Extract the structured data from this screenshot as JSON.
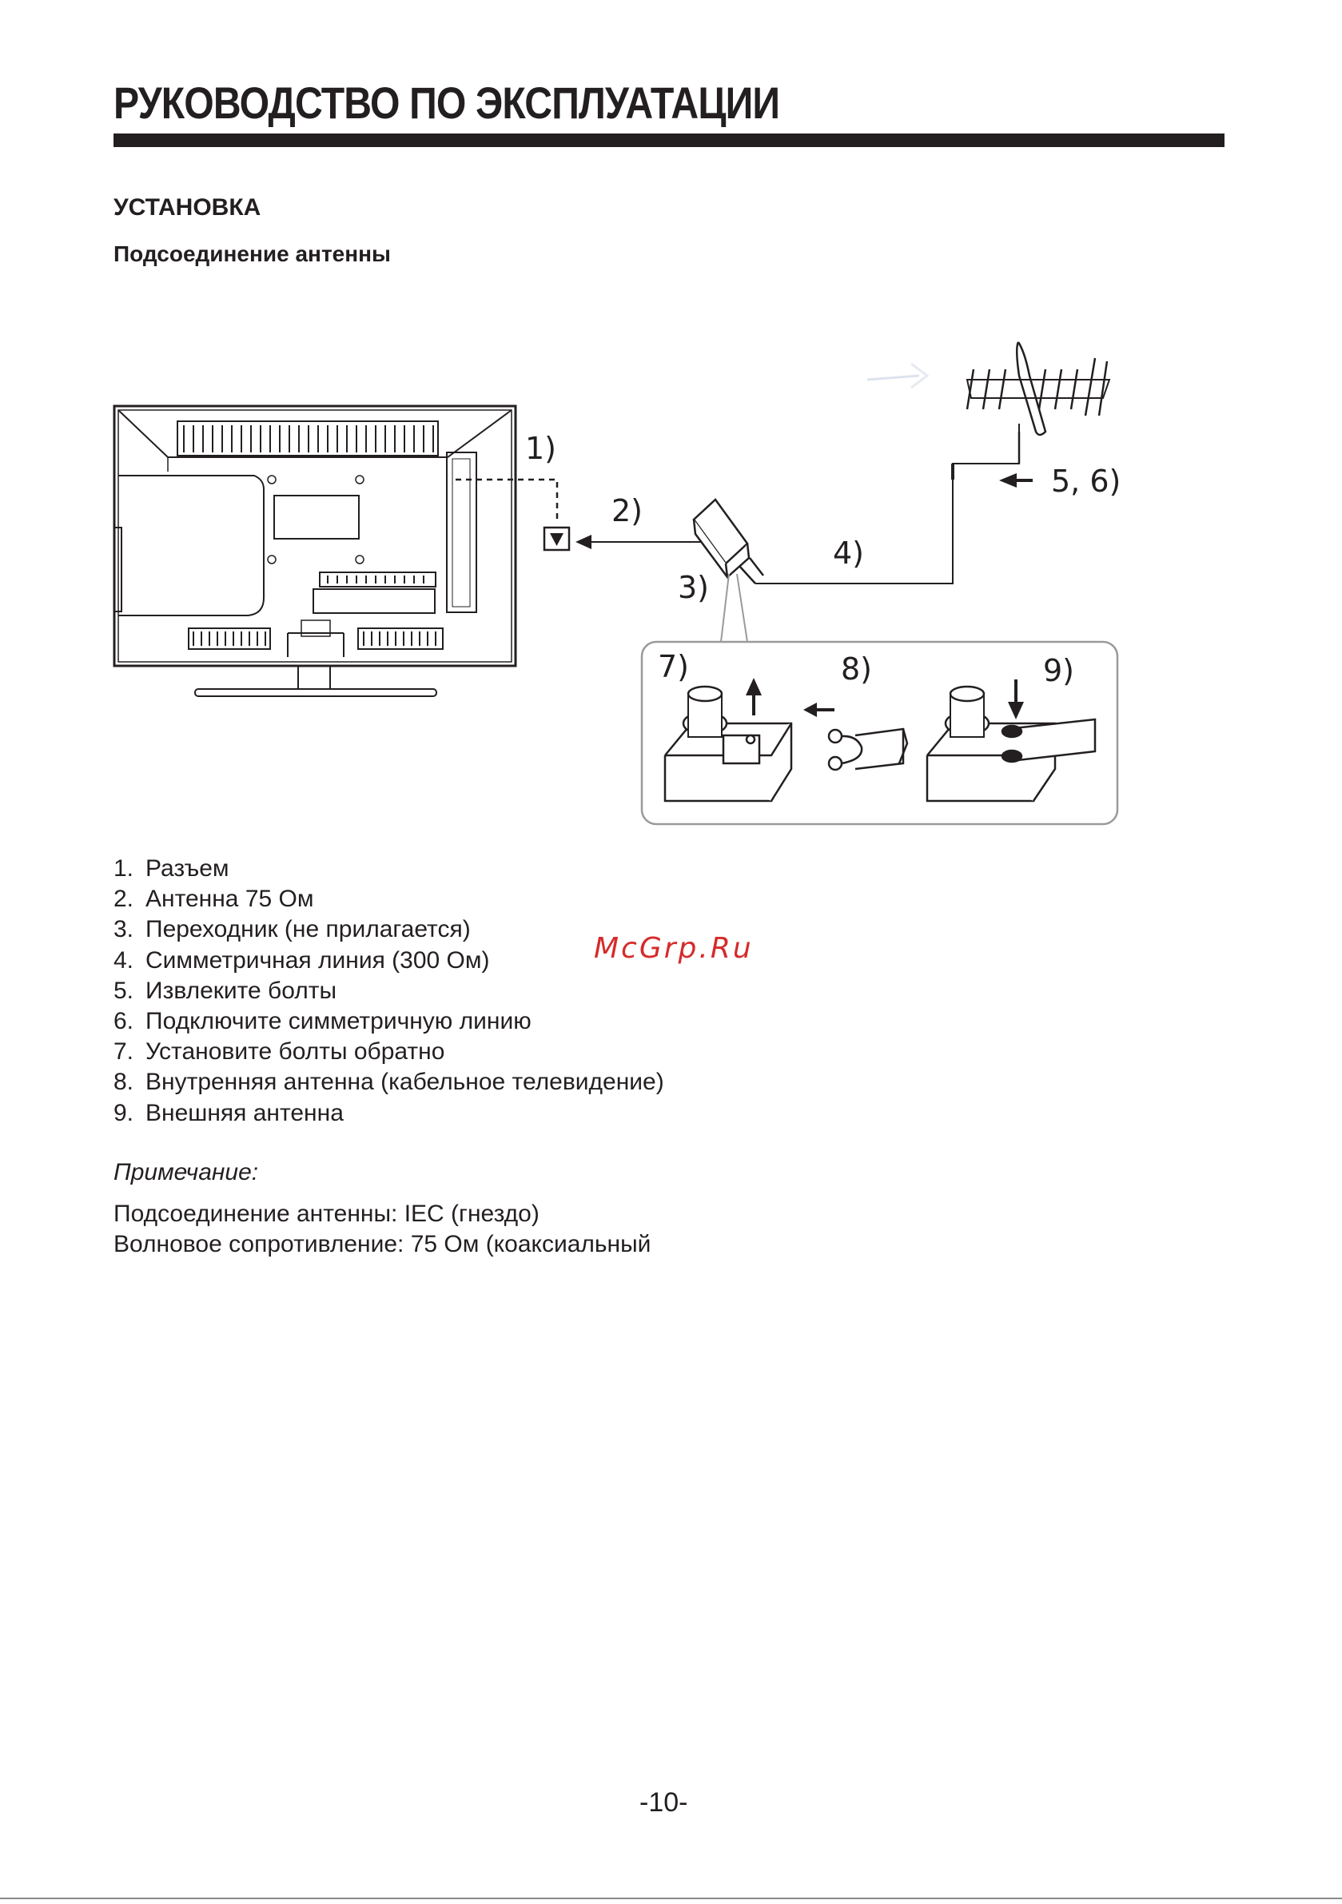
{
  "header": {
    "title": "РУКОВОДСТВО ПО ЭКСПЛУАТАЦИИ"
  },
  "section": {
    "title": "УСТАНОВКА",
    "subtitle": "Подсоединение антенны"
  },
  "diagram": {
    "callouts": [
      "1)",
      "2)",
      "3)",
      "4)",
      "5, 6)",
      "7)",
      "8)",
      "9)"
    ]
  },
  "legend": {
    "items": [
      {
        "num": "1.",
        "text": "Разъем"
      },
      {
        "num": "2.",
        "text": "Антенна 75 Ом"
      },
      {
        "num": "3.",
        "text": "Переходник (не прилагается)"
      },
      {
        "num": "4.",
        "text": "Симметричная линия (300 Ом)"
      },
      {
        "num": "5.",
        "text": "Извлеките болты"
      },
      {
        "num": "6.",
        "text": "Подключите симметричную линию"
      },
      {
        "num": "7.",
        "text": "Установите болты обратно"
      },
      {
        "num": "8.",
        "text": "Внутренняя антенна (кабельное телевидение)"
      },
      {
        "num": "9.",
        "text": "Внешняя антенна"
      }
    ]
  },
  "watermark": "McGrp.Ru",
  "note": {
    "label": "Примечание:",
    "lines": [
      "Подсоединение антенны: IEC (гнездо)",
      "Волновое сопротивление: 75 Ом (коаксиальный"
    ]
  },
  "footer": {
    "page_number": "-10-"
  }
}
